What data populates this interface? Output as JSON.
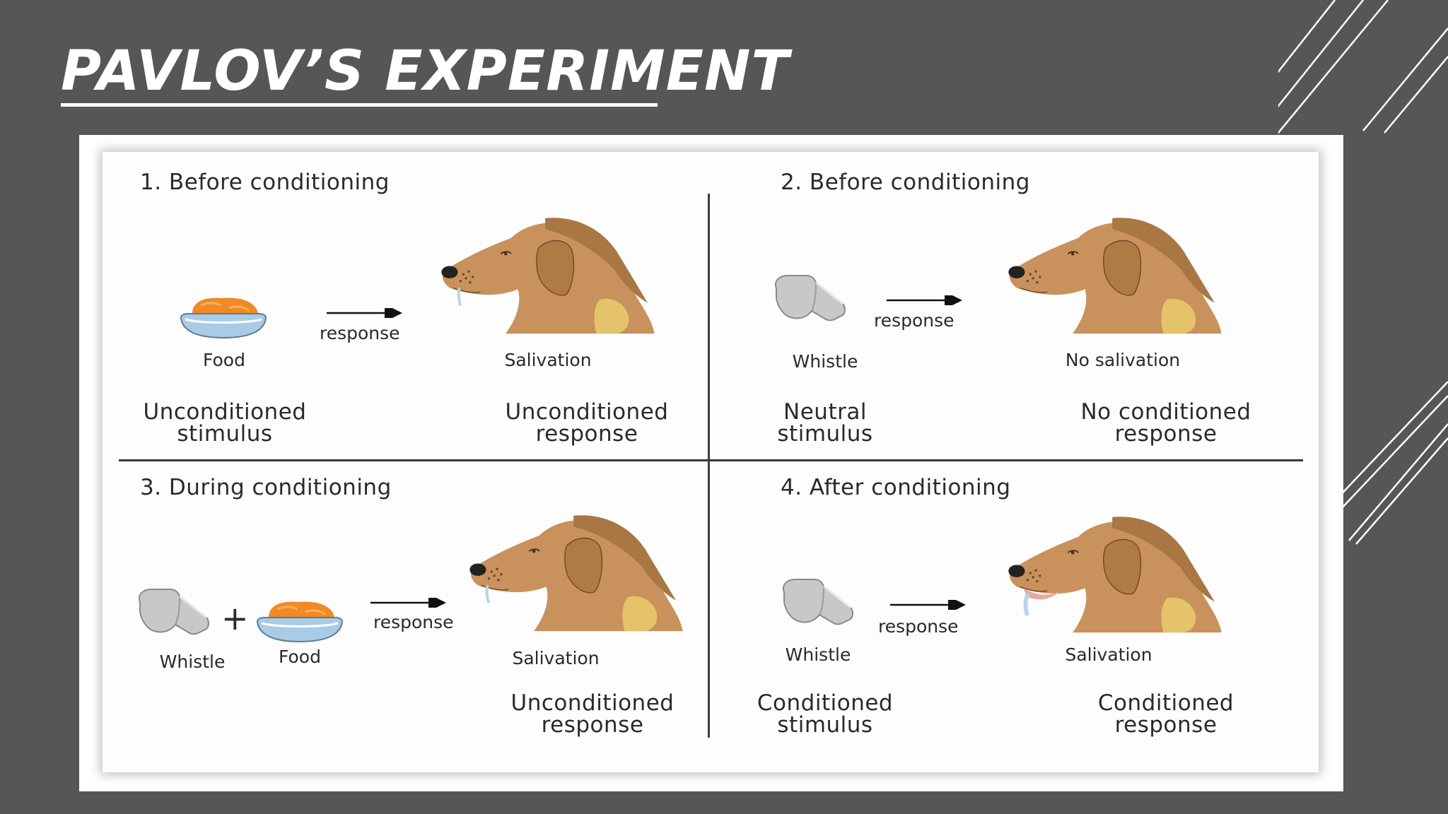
{
  "slide": {
    "title": "PAVLOV’S EXPERIMENT"
  },
  "panels": [
    {
      "heading": "1. Before conditioning",
      "items": [
        "Food"
      ],
      "arrow_label": "response",
      "result": "Salivation",
      "stimulus_type": [
        "Unconditioned",
        "stimulus"
      ],
      "response_type": [
        "Unconditioned",
        "response"
      ]
    },
    {
      "heading": "2. Before conditioning",
      "items": [
        "Whistle"
      ],
      "arrow_label": "response",
      "result": "No salivation",
      "stimulus_type": [
        "Neutral",
        "stimulus"
      ],
      "response_type": [
        "No conditioned",
        "response"
      ]
    },
    {
      "heading": "3. During conditioning",
      "items": [
        "Whistle",
        "Food"
      ],
      "plus": "+",
      "arrow_label": "response",
      "result": "Salivation",
      "response_type": [
        "Unconditioned",
        "response"
      ]
    },
    {
      "heading": "4. After conditioning",
      "items": [
        "Whistle"
      ],
      "arrow_label": "response",
      "result": "Salivation",
      "stimulus_type": [
        "Conditioned",
        "stimulus"
      ],
      "response_type": [
        "Conditioned",
        "response"
      ]
    }
  ],
  "icons": {
    "food": "food-bowl-icon",
    "whistle": "whistle-icon",
    "dog": "dog-head-icon"
  },
  "colors": {
    "background": "#565656",
    "dog_fur": "#c9915c",
    "dog_spots": "#a87744",
    "food": "#f08a24",
    "bowl": "#a9cbe6"
  }
}
